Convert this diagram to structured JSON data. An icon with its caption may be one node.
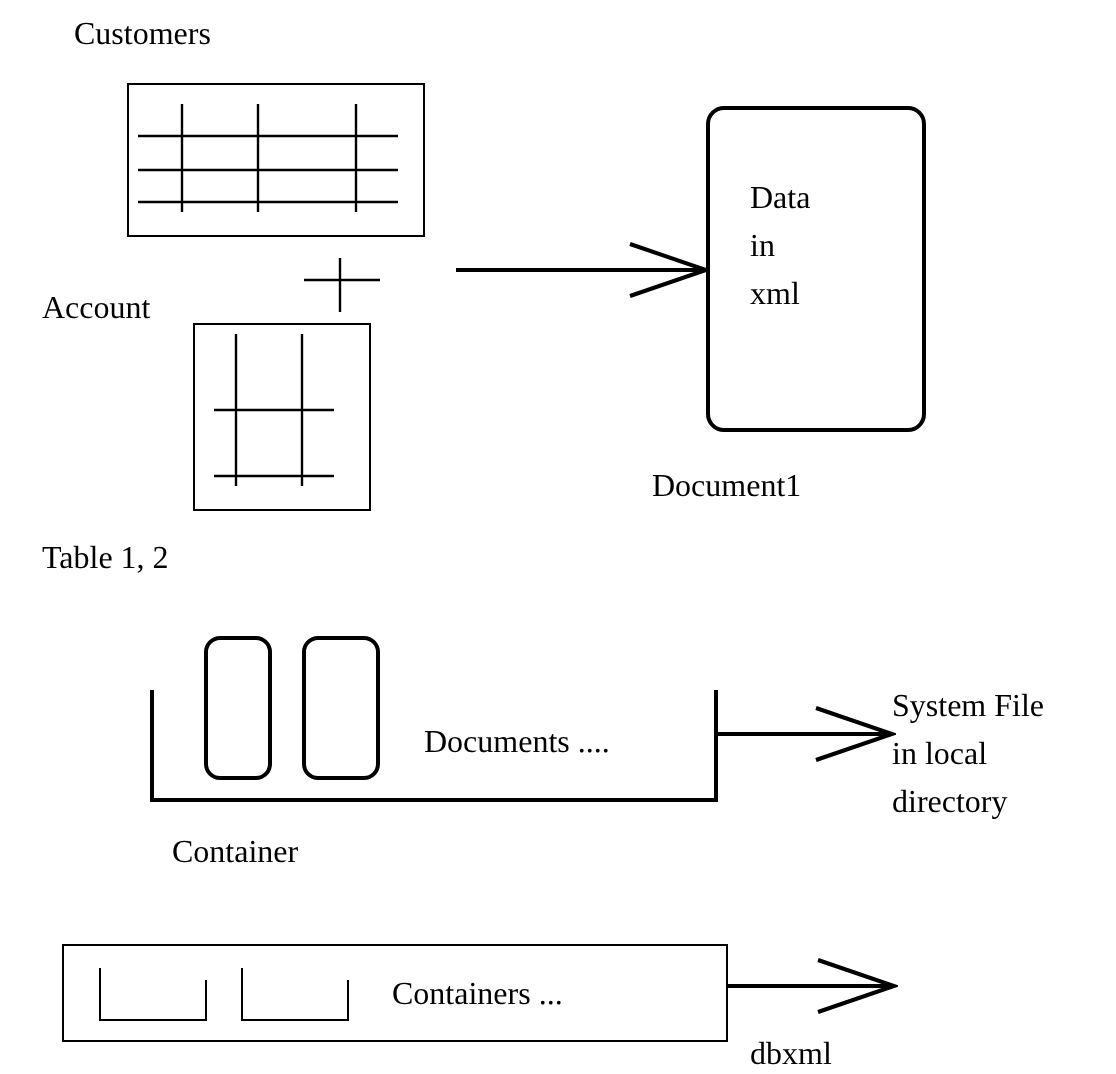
{
  "diagram": {
    "nodes": [
      {
        "text": [
          "Customers"
        ]
      },
      {
        "text": [
          "Account"
        ]
      },
      {
        "text": [
          "Data in xml"
        ],
        "beside": [
          "Document1"
        ]
      },
      {
        "text": [
          "Documents ...."
        ],
        "beside": [
          "Container"
        ]
      },
      {
        "text": [],
        "shape": "box",
        "in": 3
      },
      {
        "text": [],
        "shape": "box",
        "in": 3
      },
      {
        "text": [
          "System File in local directory"
        ]
      },
      {
        "text": [
          "Containers ..."
        ]
      },
      {
        "text": [],
        "shape": "box",
        "in": 7
      },
      {
        "text": [],
        "shape": "box",
        "in": 7
      }
    ],
    "edges": [
      {
        "from": null,
        "to": 2,
        "arrow": "to"
      },
      {
        "from": 3,
        "to": 6,
        "arrow": "to"
      },
      {
        "from": 7,
        "to": null,
        "arrow": "to",
        "label": "dbxml"
      }
    ],
    "labels": [
      "Table 1, 2"
    ]
  }
}
